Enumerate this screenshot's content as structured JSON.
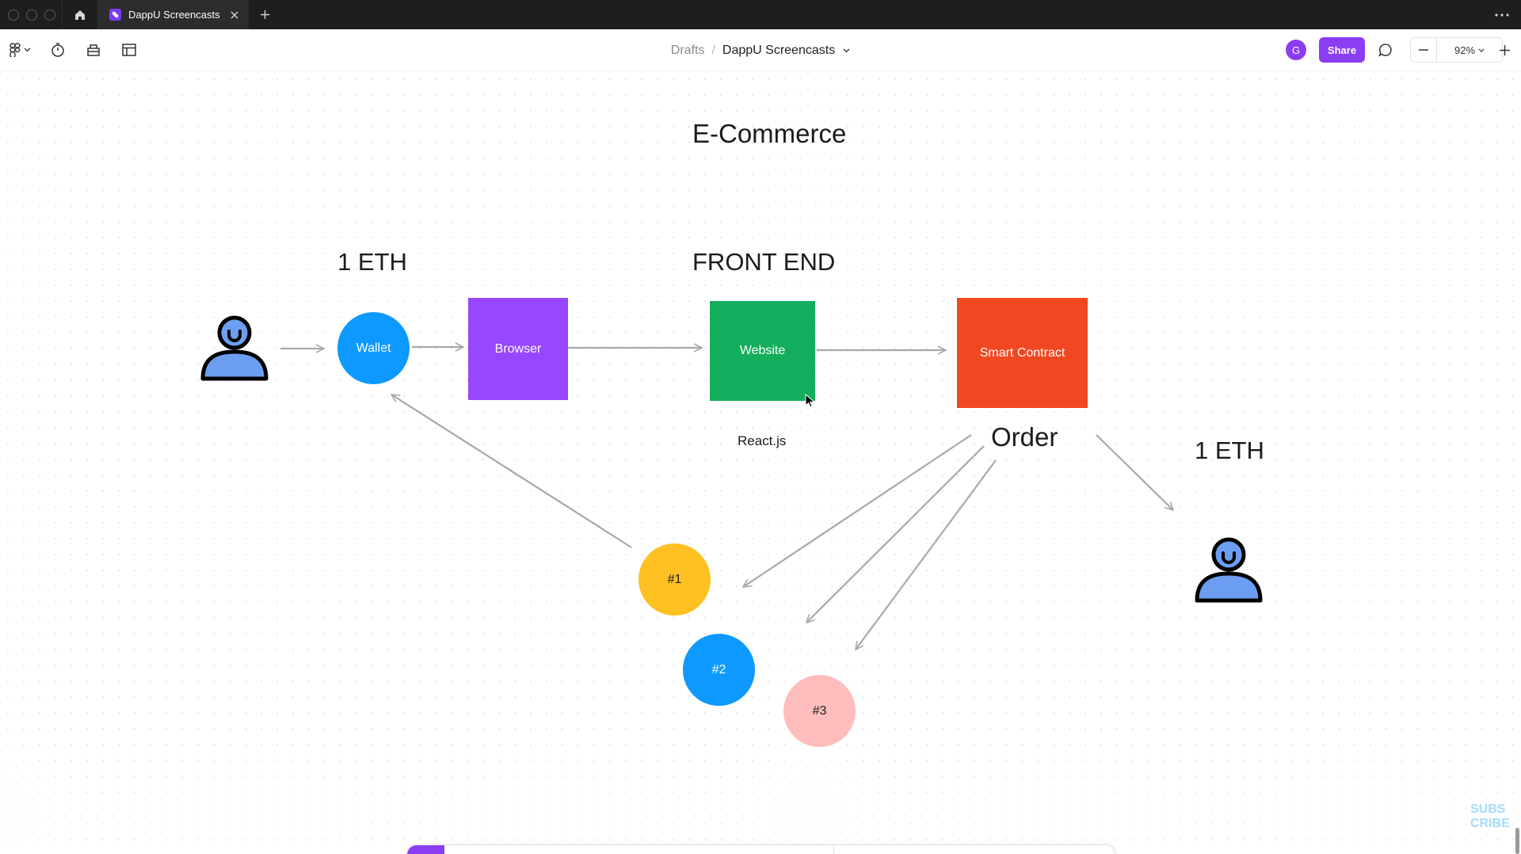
{
  "tabbar": {
    "tab_label": "DappU Screencasts"
  },
  "toolbar": {
    "breadcrumb_parent": "Drafts",
    "breadcrumb_separator": "/",
    "file_name": "DappU Screencasts",
    "avatar_initial": "G",
    "share_label": "Share",
    "zoom_level": "92%"
  },
  "diagram": {
    "title": "E-Commerce",
    "label_eth_left": "1 ETH",
    "label_front_end": "FRONT END",
    "label_react": "React.js",
    "label_order": "Order",
    "label_eth_right": "1 ETH",
    "wallet": "Wallet",
    "browser": "Browser",
    "website": "Website",
    "smart_contract": "Smart Contract",
    "order_1": "#1",
    "order_2": "#2",
    "order_3": "#3"
  },
  "watermark": {
    "line1": "SUBS",
    "line2": "CRIBE"
  },
  "colors": {
    "accent": "#8a3df2",
    "wallet": "#0d99ff",
    "browser": "#9747ff",
    "website": "#14ae5c",
    "smart_contract": "#f24822",
    "order_1": "#ffc021",
    "order_2": "#0d99ff",
    "order_3": "#ffbdbd",
    "person": "#6b9ef0",
    "arrow": "#a8a8a8"
  }
}
